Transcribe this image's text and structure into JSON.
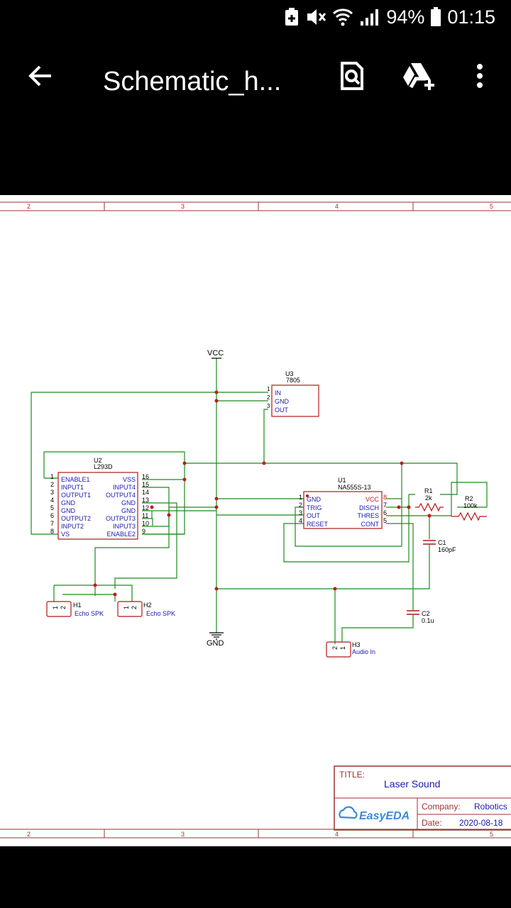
{
  "status": {
    "battery_percent": "94%",
    "time": "01:15"
  },
  "appbar": {
    "title": "Schematic_h..."
  },
  "sheet": {
    "border_top": [
      "2",
      "3",
      "4",
      "5"
    ],
    "border_bottom": [
      "2",
      "3",
      "4",
      "5"
    ],
    "power": {
      "vcc": "VCC",
      "gnd": "GND"
    },
    "u3": {
      "ref": "U3",
      "value": "7805",
      "pins": [
        "IN",
        "GND",
        "OUT"
      ],
      "nums": [
        "1",
        "2",
        "3"
      ]
    },
    "u2": {
      "ref": "U2",
      "value": "L293D",
      "left_pins": [
        "ENABLE1",
        "INPUT1",
        "OUTPUT1",
        "GND",
        "GND",
        "OUTPUT2",
        "INPUT2",
        "VS"
      ],
      "left_nums": [
        "1",
        "2",
        "3",
        "4",
        "5",
        "6",
        "7",
        "8"
      ],
      "right_pins": [
        "VSS",
        "INPUT4",
        "OUTPUT4",
        "GND",
        "GND",
        "OUTPUT3",
        "INPUT3",
        "ENABLE2"
      ],
      "right_nums": [
        "16",
        "15",
        "14",
        "13",
        "12",
        "11",
        "10",
        "9"
      ]
    },
    "u1": {
      "ref": "U1",
      "value": "NA555S-13",
      "left_pins": [
        "GND",
        "TRIG",
        "OUT",
        "RESET"
      ],
      "left_nums": [
        "1",
        "2",
        "3",
        "4"
      ],
      "right_pins": [
        "VCC",
        "DISCH",
        "THRES",
        "CONT"
      ],
      "right_nums": [
        "8",
        "7",
        "6",
        "5"
      ]
    },
    "r1": {
      "ref": "R1",
      "value": "2k"
    },
    "r2": {
      "ref": "R2",
      "value": "100k"
    },
    "c1": {
      "ref": "C1",
      "value": "160pF"
    },
    "c2": {
      "ref": "C2",
      "value": "0.1u"
    },
    "h1": {
      "ref": "H1",
      "value": "Echo SPK",
      "pins": [
        "1",
        "2"
      ]
    },
    "h2": {
      "ref": "H2",
      "value": "Echo SPK",
      "pins": [
        "1",
        "2"
      ]
    },
    "h3": {
      "ref": "H3",
      "value": "Audio In",
      "pins": [
        "2",
        "1"
      ]
    },
    "titleblock": {
      "title_label": "TITLE:",
      "title": "Laser Sound",
      "logo": "EasyEDA",
      "company_label": "Company:",
      "company": "Robotics",
      "date_label": "Date:",
      "date": "2020-08-18"
    }
  },
  "colors": {
    "wire": "#1a8c1a",
    "part": "#b01818",
    "text": "#1a1ab0",
    "border": "#a03030"
  }
}
